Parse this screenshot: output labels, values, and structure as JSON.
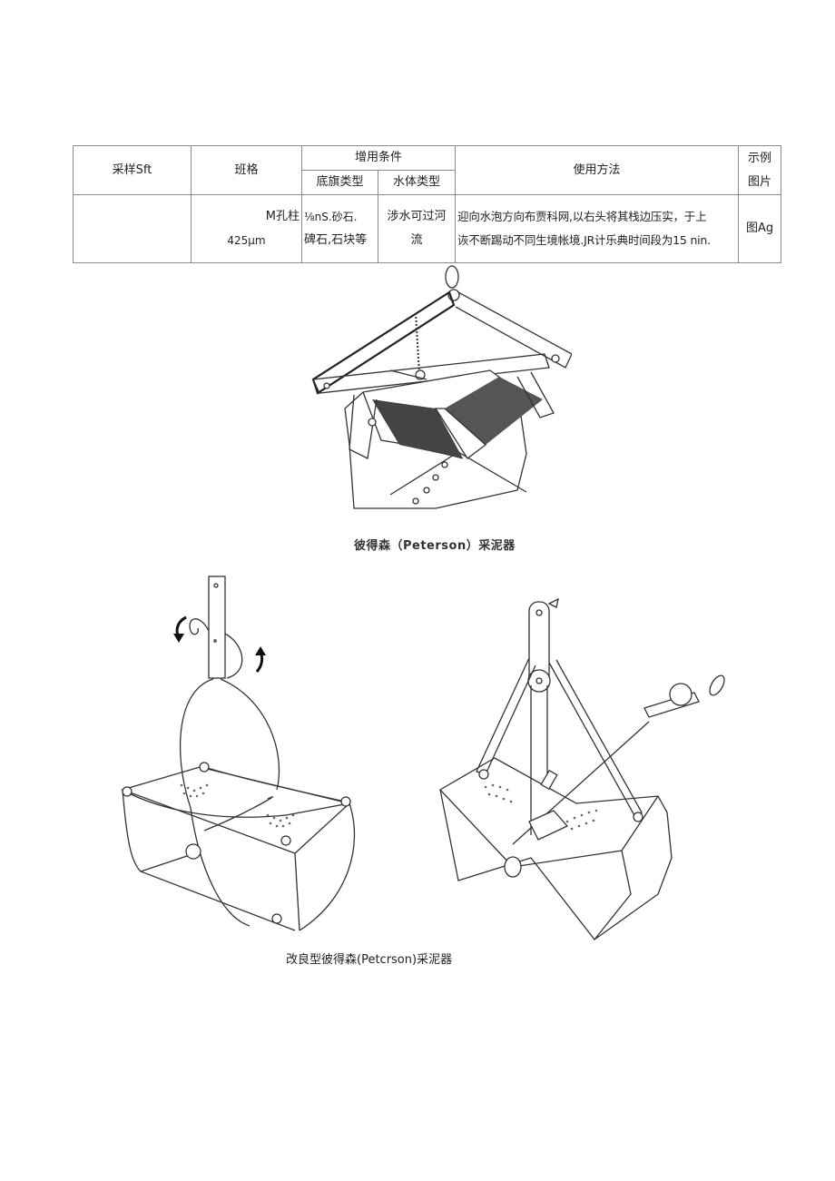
{
  "table": {
    "headers": {
      "sampler": "采样Sft",
      "spec": "班格",
      "conditions": "增用条件",
      "substrate_type": "底旗类型",
      "water_type": "水体类型",
      "usage": "使用方法",
      "example_line1": "示例",
      "example_line2": "图片"
    },
    "rows": [
      {
        "sampler": "",
        "spec_line1": "M孔柱",
        "spec_line2": "425μm",
        "substrate_line1": "⅛nS.砂石.",
        "substrate_line2": "碑石,石块等",
        "water_line1": "涉水可过河",
        "water_line2": "流",
        "usage_line1": "迎向水泡方向布贾科网,以右头将其栈边压实，于上",
        "usage_line2": "诙不断踢动不同生境帐境.JR计乐典时间段为15 nin.",
        "example": "图Ag"
      }
    ]
  },
  "figures": {
    "peterson": {
      "caption": "彼得森（Peterson）采泥器"
    },
    "modified_peterson": {
      "caption": "改良型彼得森(Petcrson)采泥器"
    }
  }
}
